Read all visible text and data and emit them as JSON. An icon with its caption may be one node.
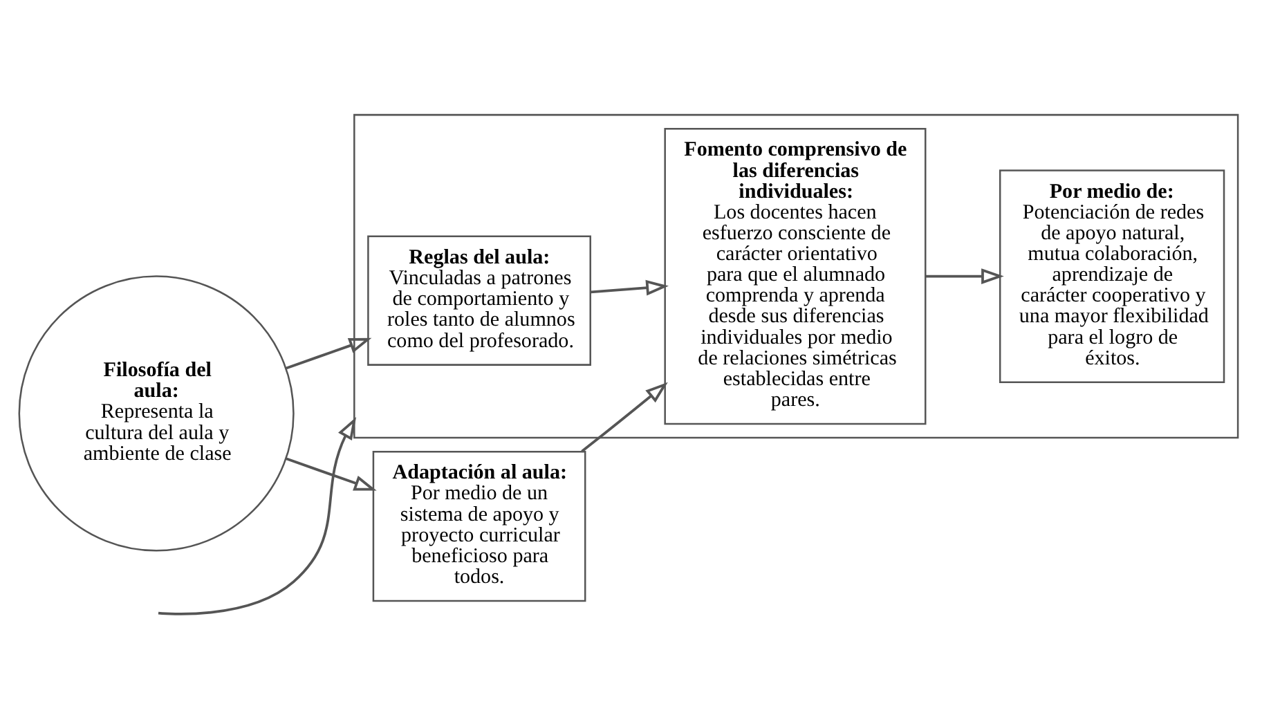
{
  "diagram": {
    "nodes": [
      {
        "text": [],
        "shape": "box"
      },
      {
        "text": [
          "Filosofía del aula:",
          "Representa la cultura del aula y ambiente de clase"
        ]
      },
      {
        "text": [
          "Reglas del aula:",
          "Vinculadas a patrones de comportamiento y roles tanto de alumnos como del profesorado."
        ],
        "in": 0
      },
      {
        "text": [
          "Adaptación al aula:",
          "Por medio de un sistema de apoyo y proyecto curricular beneficioso para todos."
        ]
      },
      {
        "text": [
          "Fomento comprensivo de las diferencias individuales:",
          "Los docentes hacen esfuerzo consciente de carácter orientativo para que el alumnado comprenda y aprenda desde sus diferencias individuales por medio de relaciones simétricas establecidas entre pares."
        ],
        "in": 0
      },
      {
        "text": [
          "Por medio de:",
          "Potenciación de redes de apoyo natural, mutua colaboración, aprendizaje de carácter cooperativo y una mayor flexibilidad para el logro de éxitos."
        ],
        "in": 0
      }
    ],
    "edges": [
      {
        "from": 1,
        "to": 2,
        "arrow": "to"
      },
      {
        "from": 1,
        "to": 3,
        "arrow": "to"
      },
      {
        "from": 2,
        "to": 4,
        "arrow": "to"
      },
      {
        "from": 3,
        "to": 4,
        "arrow": "to"
      },
      {
        "from": 4,
        "to": 5,
        "arrow": "to"
      },
      {
        "from": null,
        "to": 0,
        "arrow": "to"
      }
    ]
  }
}
